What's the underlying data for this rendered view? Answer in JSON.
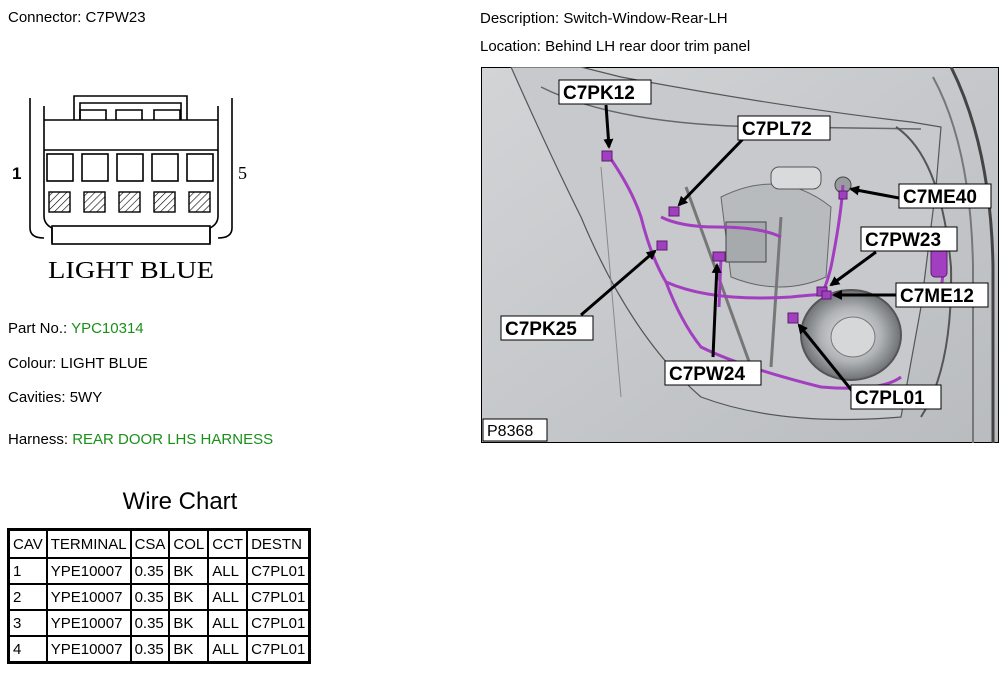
{
  "connector": {
    "label": "Connector:",
    "value": "C7PW23"
  },
  "description": {
    "label": "Description:",
    "value": "Switch-Window-Rear-LH"
  },
  "location": {
    "label": "Location:",
    "value": "Behind LH rear door trim panel"
  },
  "drawing": {
    "pin_left": "1",
    "pin_right": "5",
    "color_text": "LIGHT BLUE"
  },
  "part_no": {
    "label": "Part No.:",
    "value": "YPC10314"
  },
  "colour": {
    "label": "Colour:",
    "value": "LIGHT BLUE"
  },
  "cavities": {
    "label": "Cavities:",
    "value": "5WY"
  },
  "harness": {
    "label": "Harness:",
    "value": "REAR DOOR LHS HARNESS"
  },
  "photo": {
    "id": "P8368",
    "callouts": [
      "C7PK12",
      "C7PL72",
      "C7ME40",
      "C7PW23",
      "C7ME12",
      "C7PK25",
      "C7PW24",
      "C7PL01"
    ]
  },
  "wire_chart": {
    "title": "Wire Chart",
    "headers": [
      "CAV",
      "TERMINAL",
      "CSA",
      "COL",
      "CCT",
      "DESTN"
    ],
    "rows": [
      [
        "1",
        "YPE10007",
        "0.35",
        "BK",
        "ALL",
        "C7PL01"
      ],
      [
        "2",
        "YPE10007",
        "0.35",
        "BK",
        "ALL",
        "C7PL01"
      ],
      [
        "3",
        "YPE10007",
        "0.35",
        "BK",
        "ALL",
        "C7PL01"
      ],
      [
        "4",
        "YPE10007",
        "0.35",
        "BK",
        "ALL",
        "C7PL01"
      ]
    ]
  },
  "colors": {
    "green_text": "#1a8f1a",
    "harness": "#a23fc0"
  }
}
